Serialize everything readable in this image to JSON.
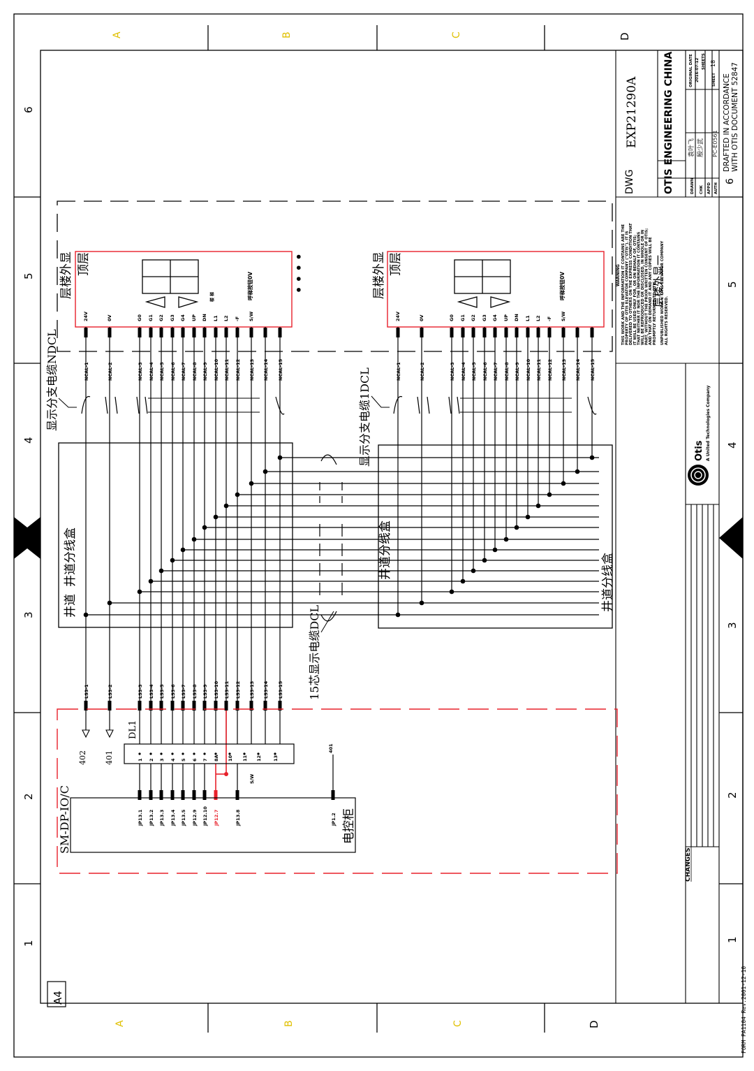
{
  "colors": {
    "ink": "#000000",
    "red": "#e8202a",
    "yellow": "#e0c000",
    "paper": "#ffffff"
  },
  "border": {
    "top_letters": [
      "A",
      "B",
      "C",
      "D"
    ],
    "bottom_letters": [
      "A",
      "B",
      "C",
      "D"
    ],
    "left_numbers": [
      "6",
      "5",
      "4",
      "3",
      "2",
      "1"
    ],
    "right_numbers": [
      "6",
      "5",
      "4",
      "3",
      "2",
      "1"
    ],
    "sheet_size": "A4",
    "form_note": "FORM PA1104  Rev.2001-12-10"
  },
  "title_block": {
    "dwg_label": "DWG",
    "dwg_number": "EXP21290A",
    "company": "OTIS  ENGINEERING  CHINA",
    "drawn_label": "DRAWN",
    "drawn_name": "袁叶飞",
    "chk_label": "CHK",
    "chk_name": "殷少武",
    "appd_label": "APPD",
    "auth_label": "AUTH",
    "auth_value": "PC-E0561",
    "original_date_label": "ORIGINAL DATE",
    "original_date": "2016-07-12",
    "sheets_label": "SHEETS",
    "sheet_label": "SHEET",
    "sheet_value": "18",
    "sheet_number": "6",
    "drafted_line1": "DRAFTED IN ACCORDANCE",
    "drafted_line2": "WITH OTIS DOCUMENT 52847",
    "changes_label": "CHANGES",
    "logo_text": "Otis",
    "logo_sub": "A United Technologies Company",
    "warning_title": "WARNING",
    "warning_lines": [
      "THIS WORK AND THE INFORMATION IT CONTAINS ARE THE",
      "PROPERTY OF OTIS ELEVATOR COMPANY (\"OTIS\"). IT IS",
      "DELIVERED TO OTHERS ON THE EXPRESS CONDITION THAT",
      "IT WILL BE USED ONLY FOR, OR ON BEHALF OF, OTIS;",
      "THAT NEITHER IT NOR THE INFORMATION IT CONTAINS",
      "WILL BE REPRODUCED OR DISCLOSED, IN WHOLE OR IN",
      "PART, WITHOUT THE PRIOR WRITTEN CONSENT OF OTIS;",
      "AND THAT ON DEMAND IT AND ANY COPIES WILL BE",
      "PROMPTLY RETURNED TO OTIS."
    ],
    "unpublished_lines": [
      "UNPUBLISHED WORK © OTIS ELEVATOR COMPANY",
      "ALL RIGHTS RESERVED."
    ],
    "drawing_title": "层楼外显一"
  },
  "upper": {
    "unit_label": "层楼外显",
    "top_floor": "顶层",
    "pins": [
      "24V",
      "0V",
      "G0",
      "G1",
      "G2",
      "G3",
      "G4",
      "UP",
      "DN",
      "L1",
      "L2",
      "-F",
      "S/W"
    ],
    "wire_labels": [
      "NCAL-1",
      "NCAL-2",
      "NCAL-3",
      "NCAL-4",
      "NCAL-5",
      "NCAL-6",
      "NCAL-7",
      "NCAL-8",
      "NCAL-9",
      "NCAL-10",
      "NCAL-11",
      "NCAL-12",
      "NCAL-13",
      "NCAL-14",
      "NCAL-15"
    ],
    "branch_cable": "显示分支电缆NDCL",
    "branch_box": "井道分线盒",
    "shaft_label": "井道",
    "side_text": "呼梯按钮0V",
    "side_marks": "楼  梯",
    "ellipsis": "•  •  •  •"
  },
  "lower": {
    "unit_label": "层楼外显",
    "top_floor": "顶层",
    "side_text": "呼梯按钮0V",
    "branch_cable": "显示分支电缆1DCL",
    "branch_box": "井道分线盒",
    "branch_box_2": "井道分线盒"
  },
  "main_cable": "15芯显示电缆DCL",
  "controller": {
    "model": "SM-DP-IO/C",
    "cabinet": "电控柜",
    "terminal_block": "DL1",
    "ls_labels": [
      "LS3-1",
      "LS3-2",
      "LS3-3",
      "LS3-4",
      "LS3-5",
      "LS3-6",
      "LS3-7",
      "LS3-8",
      "LS3-9",
      "LS3-10",
      "LS3-11",
      "LS3-12",
      "LS3-13",
      "LS3-14",
      "LS3-15"
    ],
    "terminals": [
      "1",
      "2",
      "3",
      "4",
      "5",
      "6",
      "7",
      "8A",
      "10",
      "11",
      "12",
      "13"
    ],
    "ground_labels": [
      "402",
      "401"
    ],
    "jp_labels": [
      "JP13.1",
      "JP13.2",
      "JP13.3",
      "JP13.4",
      "JP13.5",
      "JP12.9",
      "JP12.10",
      "JP12.7",
      "JP13.8",
      "JP1.2"
    ],
    "sw_label": "S/W",
    "tap_label": "401"
  }
}
